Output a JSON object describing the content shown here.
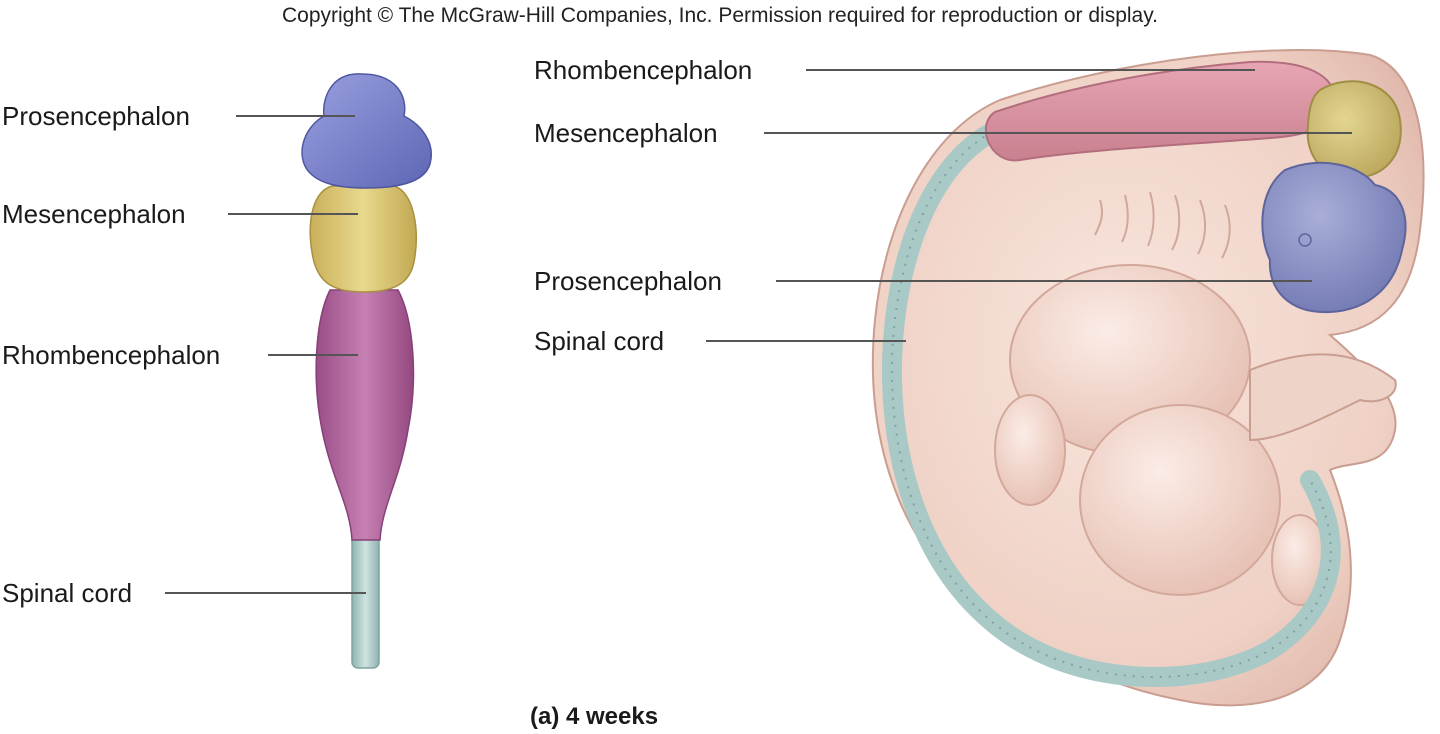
{
  "copyright": "Copyright © The McGraw-Hill Companies, Inc. Permission required for reproduction or display.",
  "caption": "(a) 4 weeks",
  "left_diagram": {
    "labels": [
      "Prosencephalon",
      "Mesencephalon",
      "Rhombencephalon",
      "Spinal cord"
    ]
  },
  "right_diagram": {
    "labels": [
      "Rhombencephalon",
      "Mesencephalon",
      "Prosencephalon",
      "Spinal cord"
    ]
  },
  "colors": {
    "prosencephalon": "#7f86cc",
    "mesencephalon": "#d6c26e",
    "rhombencephalon": "#b0619c",
    "spinal_cord": "#a9c9c6",
    "embryo_skin": "#f1d6cb",
    "leader_line": "#555555"
  }
}
